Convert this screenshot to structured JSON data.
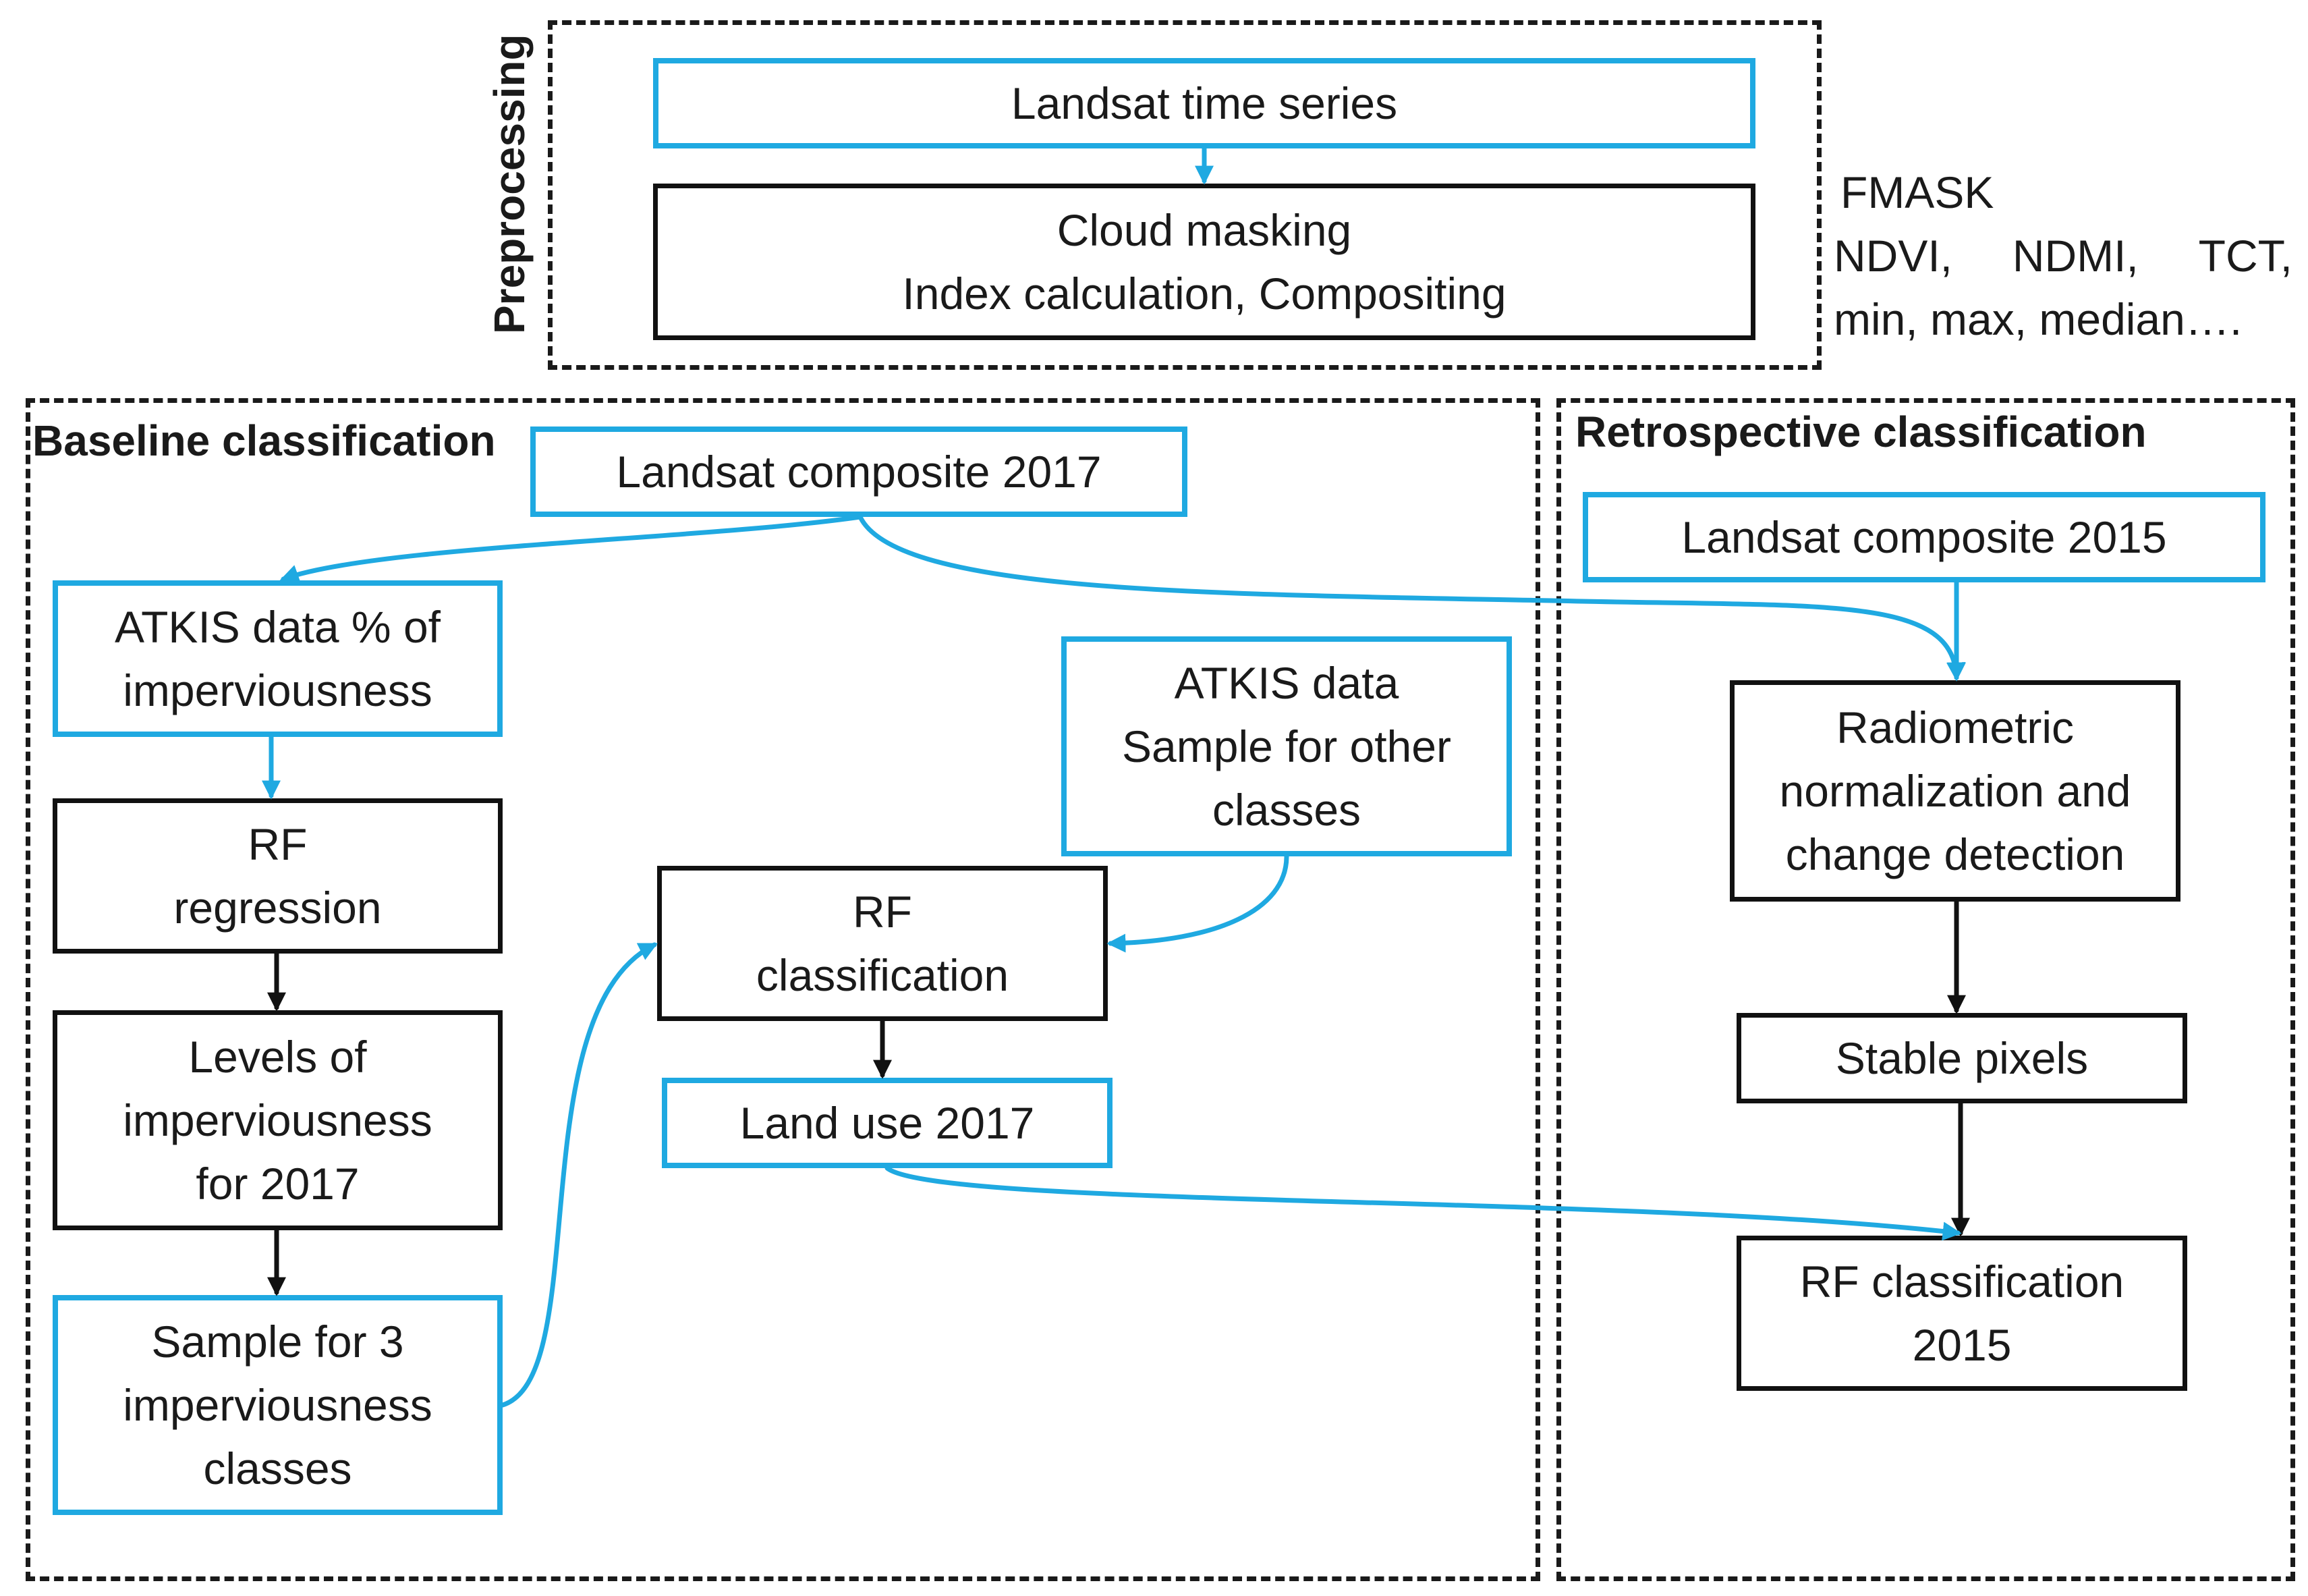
{
  "colors": {
    "blue": "#1fa9e1",
    "black": "#111111"
  },
  "panels": {
    "preprocessing": "Preprocessing",
    "baseline": "Baseline classification",
    "retrospective": "Retrospective  classification"
  },
  "notes": {
    "line1": "FMASK",
    "line2_items": [
      "NDVI,",
      "NDMI,",
      "TCT,"
    ],
    "line3": "min, max, median…."
  },
  "boxes": {
    "landsat_time_series": "Landsat time series",
    "cloud_masking": "Cloud masking\nIndex calculation, Compositing",
    "landsat_composite_2017": "Landsat composite 2017",
    "atkis_imperviousness": "ATKIS data % of\nimperviousness",
    "rf_regression": "RF\nregression",
    "levels_imperviousness": "Levels of\nimperviousness\nfor 2017",
    "sample_3_classes": "Sample for 3\nimperviousness\nclasses",
    "atkis_other_classes": "ATKIS data\nSample for other\nclasses",
    "rf_classification": "RF\nclassification",
    "land_use_2017": "Land use 2017",
    "landsat_composite_2015": "Landsat composite 2015",
    "radiometric_normalization": "Radiometric\nnormalization and\nchange detection",
    "stable_pixels": "Stable pixels",
    "rf_classification_2015": "RF classification\n2015"
  }
}
